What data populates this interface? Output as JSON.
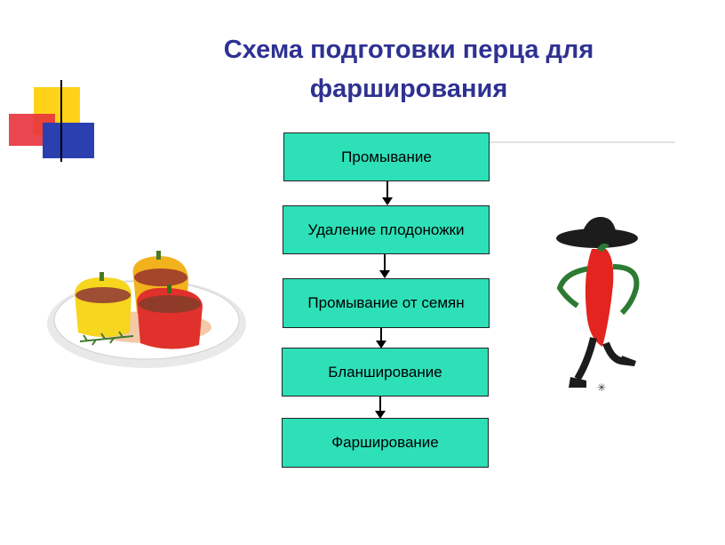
{
  "slide": {
    "title": "Схема подготовки перца для фарширования"
  },
  "flow": {
    "steps": [
      "Промывание",
      "Удаление плодоножки",
      "Промывание от семян",
      "Бланширование",
      "Фарширование"
    ]
  },
  "colors": {
    "title": "#2e3192",
    "box_fill": "#2de0b8",
    "accent_yellow": "#ffd21a",
    "accent_red": "#e8323c",
    "accent_blue": "#2a3fb0"
  },
  "illustrations": [
    "stuffed-peppers-plate",
    "dancing-chili-pepper"
  ]
}
